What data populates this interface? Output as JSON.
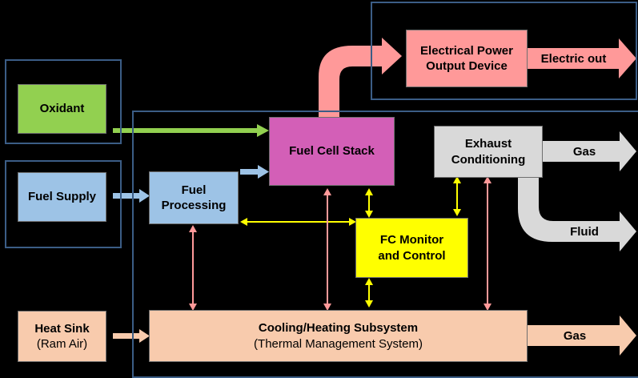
{
  "colors": {
    "background": "#000000",
    "frame": "#3b5d86",
    "oxidant": "#92d050",
    "fuel": "#9dc3e6",
    "stack": "#d35fb7",
    "electrical": "#ff9999",
    "exhaust": "#d9d9d9",
    "monitor": "#ffff00",
    "thermal": "#f8cbad"
  },
  "nodes": {
    "oxidant": "Oxidant",
    "fuel_supply": "Fuel Supply",
    "fuel_processing": [
      "Fuel",
      "Processing"
    ],
    "fuel_cell_stack": "Fuel Cell Stack",
    "electrical_output": [
      "Electrical Power",
      "Output Device"
    ],
    "exhaust_conditioning": [
      "Exhaust",
      "Conditioning"
    ],
    "fc_monitor": [
      "FC Monitor",
      "and Control"
    ],
    "heat_sink": [
      "Heat Sink",
      "(Ram Air)"
    ],
    "cooling_heating": [
      "Cooling/Heating Subsystem",
      "(Thermal Management System)"
    ]
  },
  "outputs": {
    "electric_out": "Electric out",
    "exhaust_gas": "Gas",
    "exhaust_fluid": "Fluid",
    "thermal_gas": "Gas"
  }
}
